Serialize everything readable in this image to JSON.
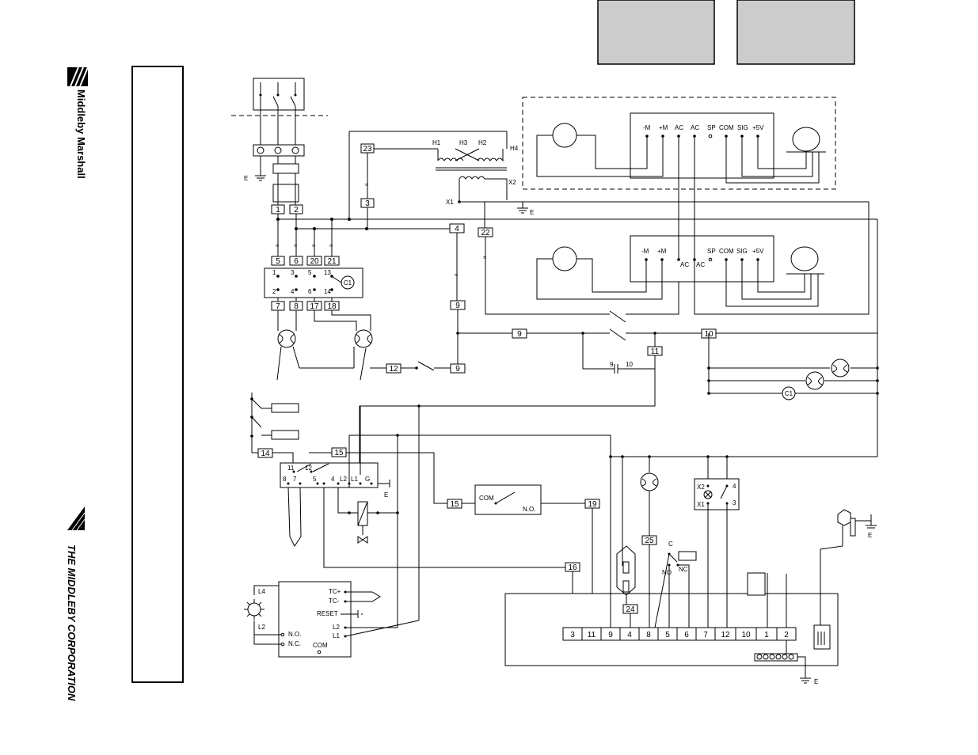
{
  "brand": {
    "logo_name": "Middleby Marshall",
    "corporation": "THE MIDDLEBY CORPORATION"
  },
  "wires": [
    "23",
    "3",
    "4",
    "22",
    "9",
    "9",
    "10",
    "11",
    "12",
    "9",
    "14",
    "15",
    "15",
    "19",
    "16",
    "25",
    "24",
    "1",
    "2",
    "5",
    "6",
    "20",
    "21",
    "7",
    "8",
    "17",
    "18"
  ],
  "labels": {
    "transformer": [
      "H1",
      "H3",
      "H2",
      "H4",
      "X1",
      "X2"
    ],
    "ground": "E",
    "motor_pins": [
      "-M",
      "+M",
      "AC",
      "AC",
      "SP",
      "COM",
      "SIG",
      "+5V"
    ],
    "cap": [
      "9",
      "10"
    ],
    "contactor": "C1",
    "contactor_pins": [
      "1",
      "3",
      "5",
      "13",
      "2",
      "4",
      "6",
      "14"
    ],
    "relay": [
      "COM",
      "N.O."
    ],
    "lamp": [
      "X2",
      "X1",
      "4",
      "3"
    ],
    "switch": [
      "C",
      "NO",
      "NC"
    ],
    "hi_limit": [
      "TC+",
      "TC-",
      "RESET",
      "L2",
      "L1",
      "N.O.",
      "N.C.",
      "COM",
      "L4",
      "L2"
    ],
    "ignition": [
      "11",
      "12",
      "8",
      "7",
      "5",
      "4",
      "L2",
      "L1",
      "G"
    ],
    "terminal_strip": [
      "3",
      "11",
      "9",
      "4",
      "8",
      "5",
      "6",
      "7",
      "12",
      "10",
      "1",
      "2"
    ]
  },
  "colors": {
    "ink": "#000000",
    "panel": "#cccccc"
  }
}
